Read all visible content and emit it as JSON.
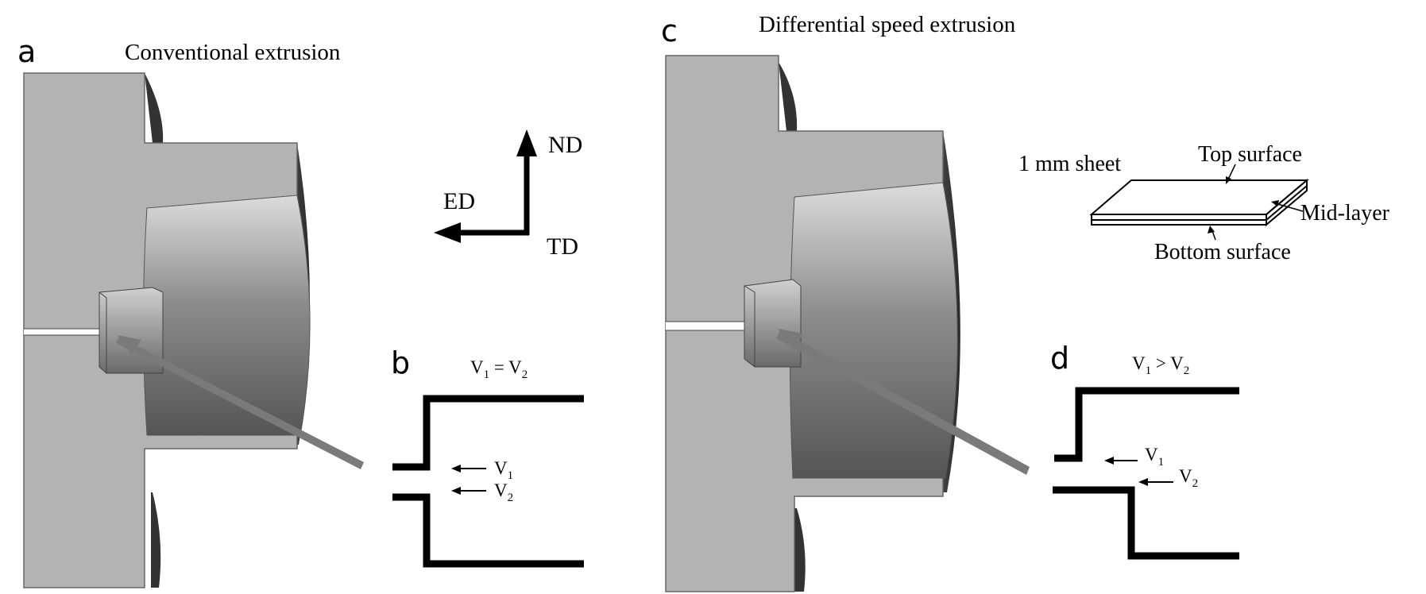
{
  "panel_a": {
    "letter": "a",
    "caption": "Conventional extrusion"
  },
  "panel_b": {
    "letter": "b",
    "relation": {
      "lhs": "V",
      "lhs_sub": "1",
      "op": " = V",
      "rhs_sub": "2"
    },
    "v1": {
      "label": "V",
      "sub": "1"
    },
    "v2": {
      "label": "V",
      "sub": "2"
    }
  },
  "panel_c": {
    "letter": "c",
    "caption": "Differential speed extrusion"
  },
  "panel_d": {
    "letter": "d",
    "relation": {
      "lhs": "V",
      "lhs_sub": "1",
      "op": " > V",
      "rhs_sub": "2"
    },
    "v1": {
      "label": "V",
      "sub": "1"
    },
    "v2": {
      "label": "V",
      "sub": "2"
    }
  },
  "axes": {
    "nd": "ND",
    "ed": "ED",
    "td": "TD"
  },
  "sheet": {
    "title": "1 mm sheet",
    "top": "Top surface",
    "mid": "Mid-layer",
    "bottom": "Bottom surface"
  },
  "colors": {
    "die_face": "#b3b3b3",
    "pointer_arrow": "#7a7a7a",
    "line": "#000000"
  }
}
